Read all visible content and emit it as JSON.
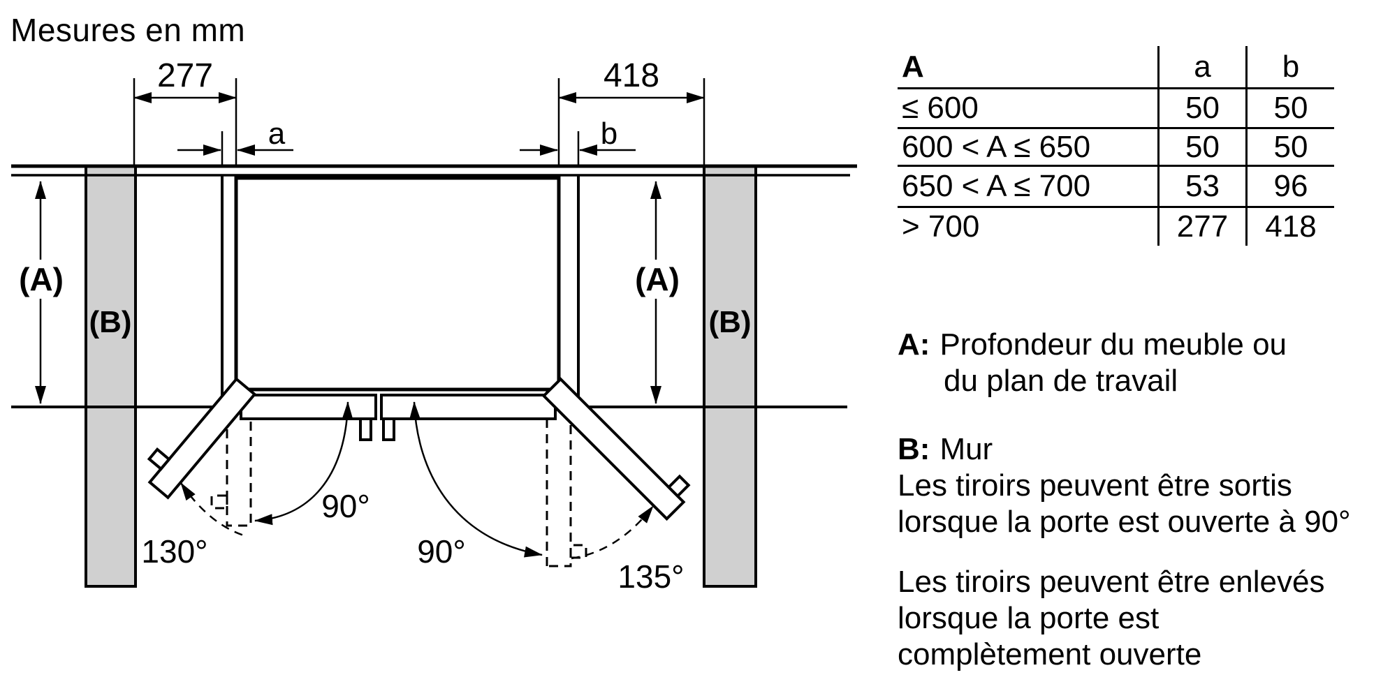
{
  "title": "Mesures en mm",
  "diagram": {
    "dim_left": "277",
    "dim_right": "418",
    "gap_left": "a",
    "gap_right": "b",
    "depth_left": "(A)",
    "depth_right": "(A)",
    "wall_left": "(B)",
    "wall_right": "(B)",
    "angle_left_swing": "90°",
    "angle_right_swing": "90°",
    "angle_left_open": "130°",
    "angle_right_open": "135°",
    "wall_fill": "#d0d0d0",
    "line_color": "#000000"
  },
  "table": {
    "header": {
      "range": "A",
      "a": "a",
      "b": "b"
    },
    "rows": [
      {
        "range": "≤ 600",
        "a": "50",
        "b": "50"
      },
      {
        "range": "600 < A ≤ 650",
        "a": "50",
        "b": "50"
      },
      {
        "range": "650 < A ≤ 700",
        "a": "53",
        "b": "96"
      },
      {
        "range": "> 700",
        "a": "277",
        "b": "418"
      }
    ]
  },
  "legend": {
    "a_term": "A:",
    "a_line1": "Profondeur du meuble ou",
    "a_line2": "du plan de travail",
    "b_term": "B:",
    "b_line1": "Mur",
    "b_line2": "Les tiroirs peuvent être sortis",
    "b_line3": "lorsque la porte est ouverte à 90°",
    "note_line1": "Les tiroirs peuvent être enlevés",
    "note_line2": "lorsque la porte est",
    "note_line3": "complètement ouverte"
  }
}
